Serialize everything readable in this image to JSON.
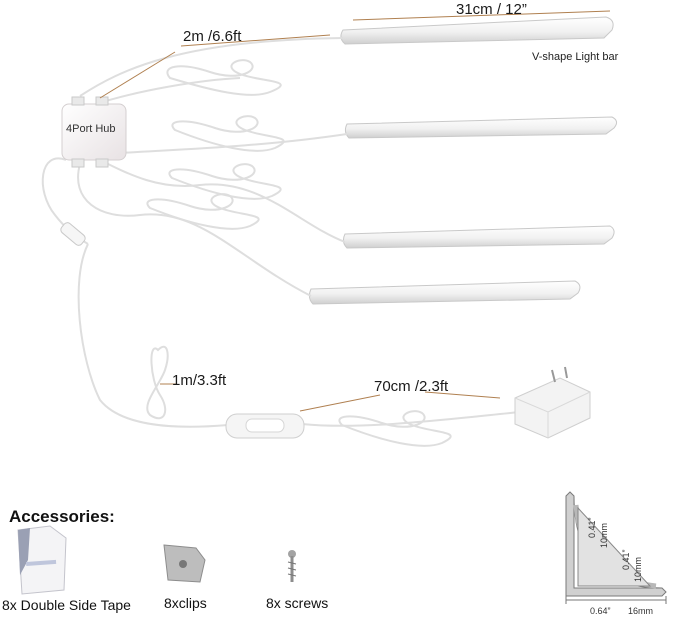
{
  "labels": {
    "bar_length": "31cm / 12”",
    "cable_2m": "2m /6.6ft",
    "v_shape": "V-shape Light bar",
    "hub": "4Port Hub",
    "cable_1m": "1m/3.3ft",
    "cable_70cm": "70cm /2.3ft"
  },
  "accessories": {
    "title": "Accessories:",
    "items": [
      "8x Double Side Tape",
      "8xclips",
      "8x screws"
    ]
  },
  "profile": {
    "dim_a": "0.41”",
    "dim_a_mm": "10mm",
    "dim_b": "0.41”",
    "dim_b_mm": "10mm",
    "width_in": "0.64”",
    "width_mm": "16mm"
  },
  "colors": {
    "bar": "#f3f3f3",
    "cable": "#e6e6e6",
    "leader": "#b08050"
  }
}
